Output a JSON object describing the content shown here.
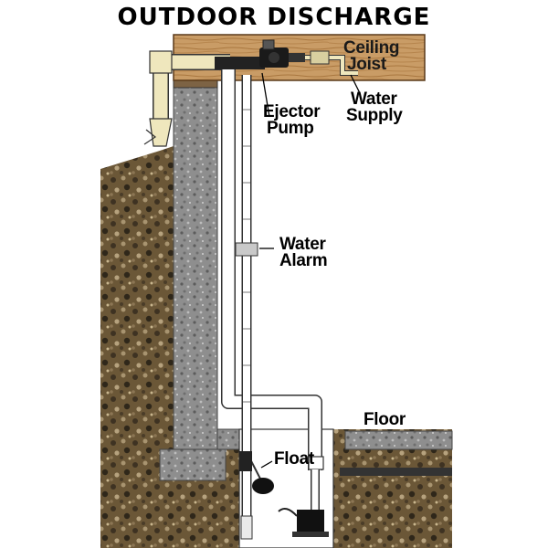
{
  "title": "OUTDOOR DISCHARGE",
  "labels": {
    "ceiling_joist_line1": "Ceiling",
    "ceiling_joist_line2": "Joist",
    "water_supply_line1": "Water",
    "water_supply_line2": "Supply",
    "ejector_pump_line1": "Ejector",
    "ejector_pump_line2": "Pump",
    "water_alarm_line1": "Water",
    "water_alarm_line2": "Alarm",
    "floor": "Floor",
    "float": "Float"
  },
  "colors": {
    "joist": "#c8a06e",
    "joist_dark": "#8a5a2e",
    "concrete": "#9a9a9a",
    "soil": "#6e5a3c",
    "pipe": "#ffffff",
    "discharge_pipe": "#f2ecc4",
    "pump": "#1a1a1a"
  }
}
